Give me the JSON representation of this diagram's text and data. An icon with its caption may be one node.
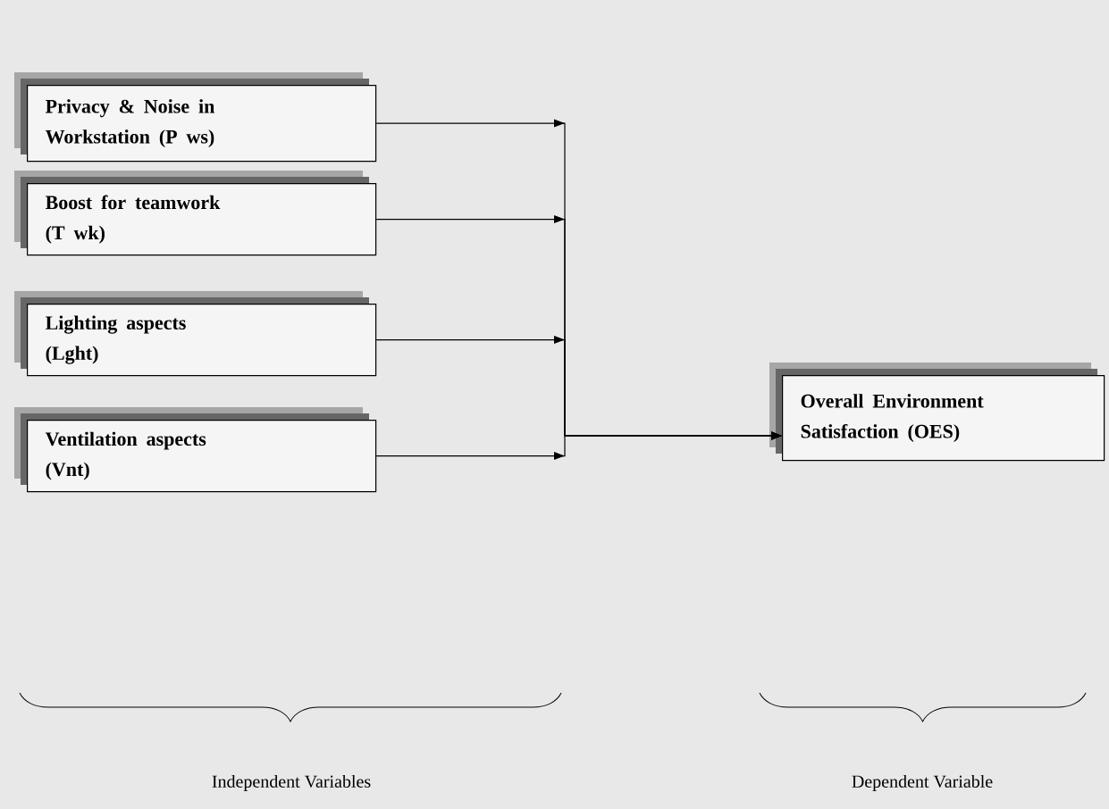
{
  "diagram": {
    "nodes": [
      {
        "text": [
          "Privacy & Noise in Workstation (P ws)"
        ]
      },
      {
        "text": [
          "Boost for teamwork (T wk)"
        ]
      },
      {
        "text": [
          "Lighting aspects (Lght)"
        ]
      },
      {
        "text": [
          "Ventilation aspects (Vnt)"
        ]
      },
      {
        "text": [
          "Overall Environment Satisfaction (OES)"
        ]
      }
    ],
    "edges": [
      {
        "from": 0,
        "to": 4,
        "arrow": "to"
      },
      {
        "from": 1,
        "to": 4,
        "arrow": "to"
      },
      {
        "from": 2,
        "to": 4,
        "arrow": "to"
      },
      {
        "from": 3,
        "to": 4,
        "arrow": "to"
      }
    ],
    "labels": [
      "Independent Variables",
      "Dependent Variable"
    ]
  }
}
